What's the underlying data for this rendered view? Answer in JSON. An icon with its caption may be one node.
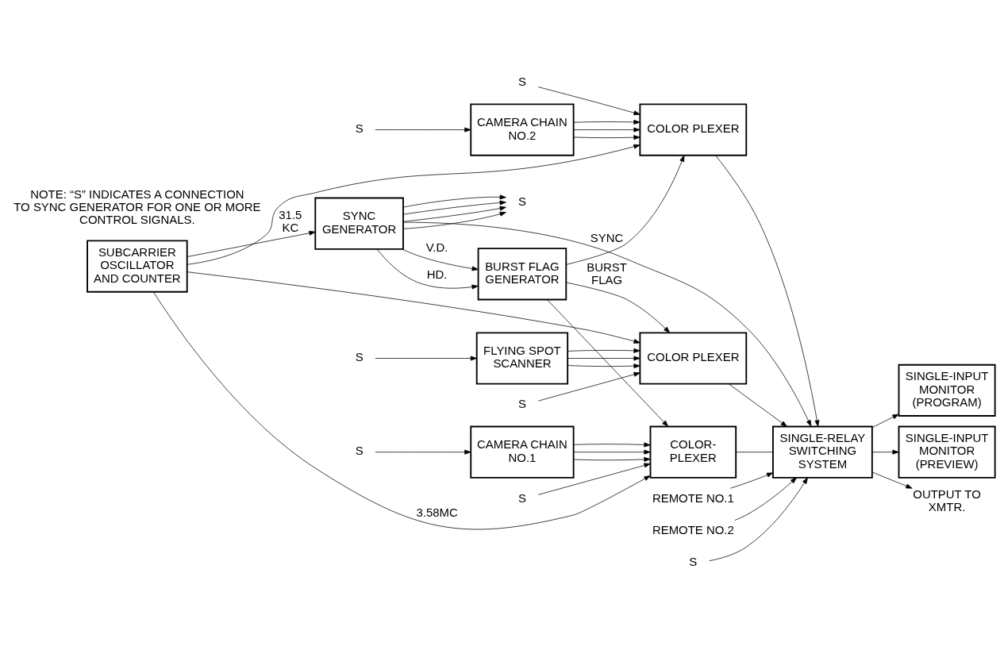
{
  "diagram": {
    "nodes": [
      {
        "text": [
          "CAMERA CHAIN NO.1"
        ]
      },
      {
        "text": [
          "COLOR- PLEXER"
        ]
      },
      {
        "text": [
          "CAMERA CHAIN NO.2"
        ]
      },
      {
        "text": [
          "COLOR PLEXER"
        ]
      },
      {
        "text": [
          "FLYING SPOT SCANNER"
        ]
      },
      {
        "text": [
          "COLOR PLEXER"
        ]
      },
      {
        "text": [
          "SINGLE-INPUT MONITOR (PROGRAM)"
        ]
      },
      {
        "text": [
          "SINGLE-INPUT MONITOR (PREVIEW)"
        ]
      },
      {
        "text": [
          "SINGLE-RELAY SWITCHING SYSTEM"
        ]
      },
      {
        "text": [
          "SUBCARRIER OSCILLATOR AND COUNTER"
        ]
      },
      {
        "text": [
          "SYNC GENERATOR"
        ]
      },
      {
        "text": [
          "BURST FLAG GENERATOR"
        ]
      },
      {
        "text": [
          "OUTPUT TO XMTR."
        ]
      },
      {
        "text": [
          "REMOTE NO.1"
        ]
      },
      {
        "text": [
          "REMOTE NO.2"
        ]
      },
      {
        "text": [
          "S"
        ]
      },
      {
        "text": [
          "S"
        ]
      },
      {
        "text": [
          "S"
        ]
      },
      {
        "text": [
          "S"
        ]
      },
      {
        "text": [
          "S"
        ]
      },
      {
        "text": [
          "S"
        ]
      },
      {
        "text": [
          "S"
        ]
      },
      {
        "text": [
          "S"
        ]
      }
    ],
    "edges": [
      {
        "from": 0,
        "to": 1,
        "arrow": "to"
      },
      {
        "from": 0,
        "to": 1,
        "arrow": "to"
      },
      {
        "from": 0,
        "to": 1,
        "arrow": "to"
      },
      {
        "from": 2,
        "to": 3,
        "arrow": "to"
      },
      {
        "from": 2,
        "to": 3,
        "arrow": "to"
      },
      {
        "from": 2,
        "to": 3,
        "arrow": "to"
      },
      {
        "from": 4,
        "to": 5,
        "arrow": "to"
      },
      {
        "from": 4,
        "to": 5,
        "arrow": "to"
      },
      {
        "from": 4,
        "to": 5,
        "arrow": "to"
      },
      {
        "from": 15,
        "to": 0,
        "arrow": "to"
      },
      {
        "from": 16,
        "to": 1,
        "arrow": "to"
      },
      {
        "from": 17,
        "to": 2,
        "arrow": "to"
      },
      {
        "from": 18,
        "to": 3,
        "arrow": "to"
      },
      {
        "from": 19,
        "to": 4,
        "arrow": "to"
      },
      {
        "from": 20,
        "to": 5,
        "arrow": "to"
      },
      {
        "from": 1,
        "to": 8,
        "arrow": "none"
      },
      {
        "from": 3,
        "to": 8,
        "arrow": "to"
      },
      {
        "from": 5,
        "to": 8,
        "arrow": "to"
      },
      {
        "from": 21,
        "to": 8,
        "arrow": "to"
      },
      {
        "from": 8,
        "to": 6,
        "arrow": "to"
      },
      {
        "from": 8,
        "to": 7,
        "arrow": "to"
      },
      {
        "from": 8,
        "to": 12,
        "arrow": "to"
      },
      {
        "from": 13,
        "to": 8,
        "arrow": "to"
      },
      {
        "from": 14,
        "to": 8,
        "arrow": "to"
      },
      {
        "from": 10,
        "to": 8,
        "arrow": "to",
        "label": "SYNC"
      },
      {
        "from": 9,
        "to": 1,
        "arrow": "to",
        "label": "3.58MC"
      },
      {
        "from": 9,
        "to": 3,
        "arrow": "to"
      },
      {
        "from": 9,
        "to": 5,
        "arrow": "to"
      },
      {
        "from": 11,
        "to": 1,
        "arrow": "to"
      },
      {
        "from": 11,
        "to": 3,
        "arrow": "to"
      },
      {
        "from": 11,
        "to": 5,
        "arrow": "to",
        "label": "BURST FLAG"
      },
      {
        "from": 9,
        "to": 10,
        "arrow": "to",
        "label": "31.5 KC"
      },
      {
        "from": 10,
        "to": 11,
        "arrow": "to",
        "label": "HD."
      },
      {
        "from": 10,
        "to": 11,
        "arrow": "to",
        "label": "V.D."
      },
      {
        "from": 10,
        "to": 22,
        "arrow": "to"
      },
      {
        "from": 10,
        "to": 22,
        "arrow": "to"
      },
      {
        "from": 10,
        "to": 22,
        "arrow": "to"
      },
      {
        "from": 10,
        "to": 22,
        "arrow": "to"
      }
    ],
    "labels": [
      "NOTE: “S” INDICATES A CONNECTION TO SYNC GENERATOR FOR ONE OR MORE CONTROL SIGNALS."
    ]
  }
}
